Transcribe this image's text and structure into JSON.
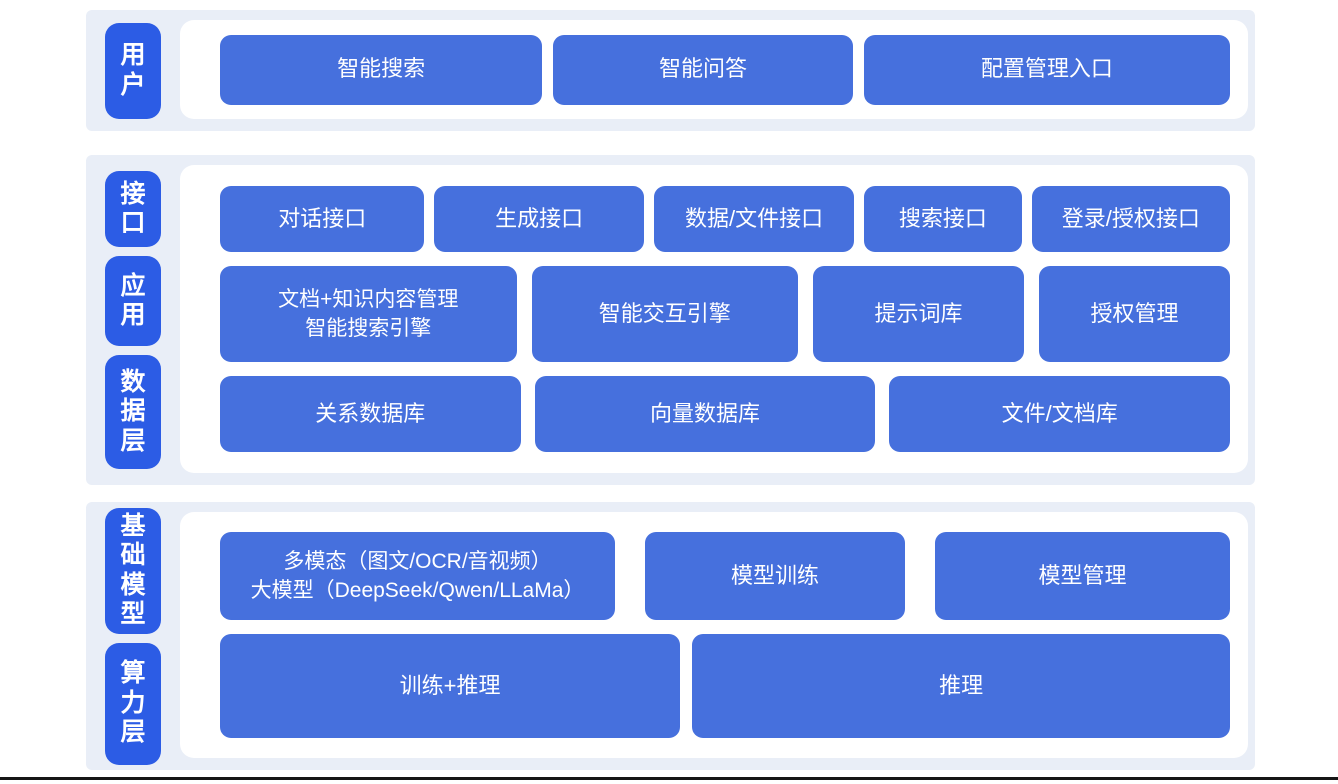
{
  "colors": {
    "band_background": "#e9eef7",
    "layer_label_blue": "#2c5ce5",
    "node_blue": "#4670dd",
    "text_white": "#ffffff",
    "bottom_line": "#161616"
  },
  "layers": [
    {
      "name": "用户层",
      "labels": [
        "用户"
      ],
      "rows": [
        {
          "buttons": [
            "智能搜索",
            "智能问答",
            "配置管理入口"
          ]
        }
      ]
    },
    {
      "name": "接口/应用/数据层",
      "labels": [
        "接口",
        "应用",
        "数据层"
      ],
      "rows": [
        {
          "buttons": [
            "对话接口",
            "生成接口",
            "数据/文件接口",
            "搜索接口",
            "登录/授权接口"
          ]
        },
        {
          "buttons": [
            "文档+知识内容管理\n智能搜索引擎",
            "智能交互引擎",
            "提示词库",
            "授权管理"
          ]
        },
        {
          "buttons": [
            "关系数据库",
            "向量数据库",
            "文件/文档库"
          ]
        }
      ]
    },
    {
      "name": "基础模型/算力层",
      "labels": [
        "基础模型",
        "算力层"
      ],
      "rows": [
        {
          "buttons": [
            "多模态（图文/OCR/音视频）\n大模型（DeepSeek/Qwen/LLaMa）",
            "模型训练",
            "模型管理"
          ]
        },
        {
          "buttons": [
            "训练+推理",
            "推理"
          ]
        }
      ]
    }
  ]
}
